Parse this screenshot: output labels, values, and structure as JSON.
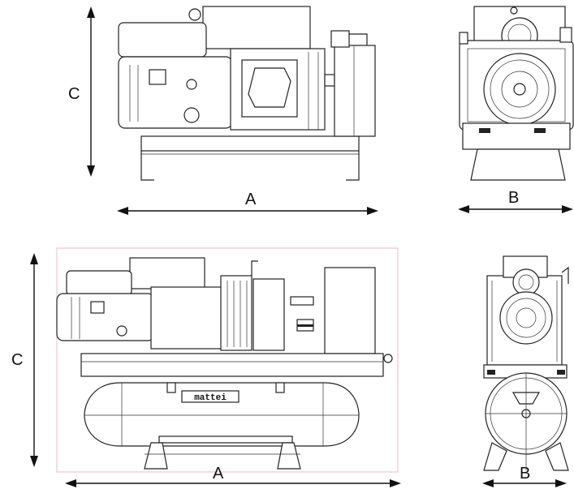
{
  "dimensions": {
    "top_side": {
      "height": "C",
      "length": "A"
    },
    "top_front": {
      "width": "B"
    },
    "bottom_side": {
      "height": "C",
      "length": "A"
    },
    "bottom_front": {
      "width": "B"
    }
  },
  "tank_brand": "mattei"
}
